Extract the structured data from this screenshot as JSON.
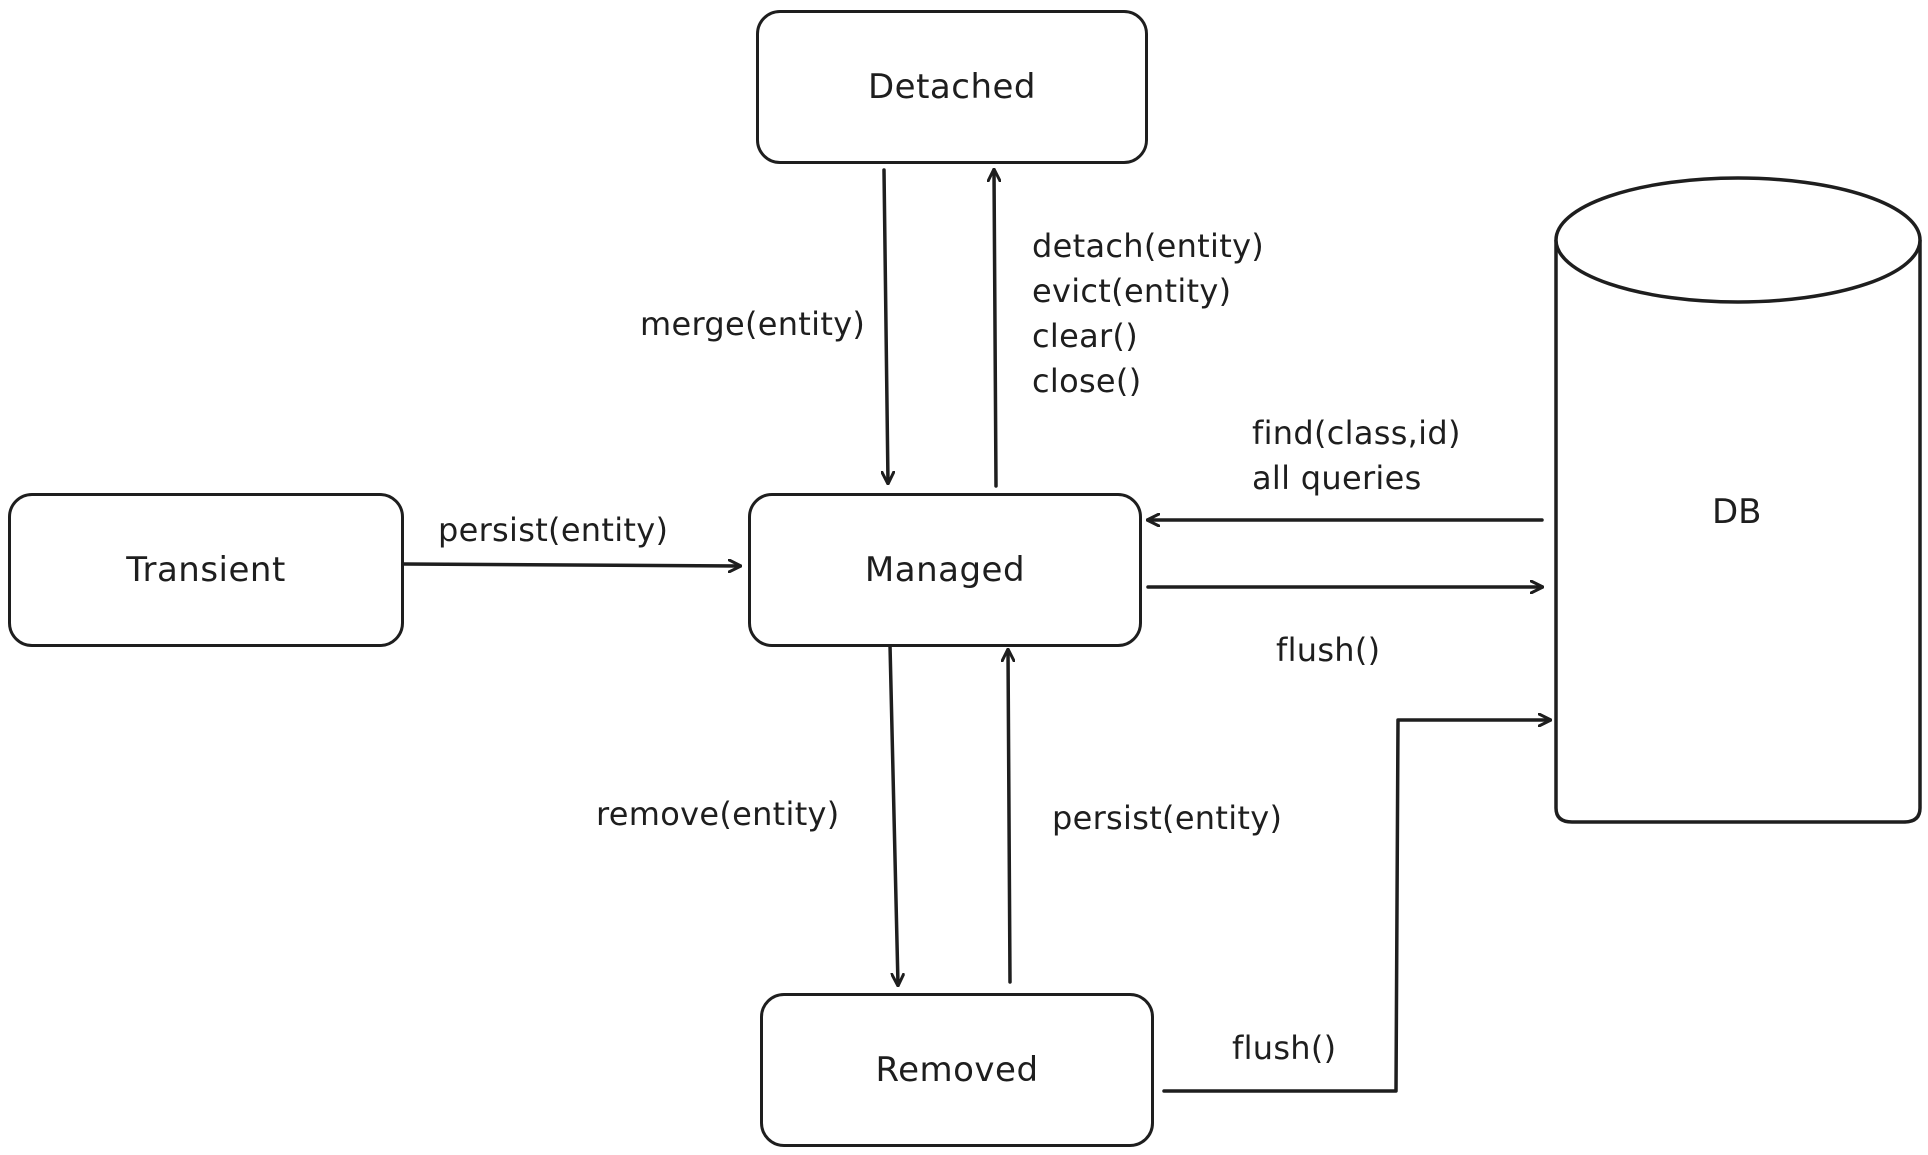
{
  "nodes": {
    "detached": "Detached",
    "transient": "Transient",
    "managed": "Managed",
    "removed": "Removed",
    "db": "DB"
  },
  "edges": {
    "merge": "merge(entity)",
    "detach_lines": [
      "detach(entity)",
      "evict(entity)",
      "clear()",
      "close()"
    ],
    "persist_transient": "persist(entity)",
    "find_lines": [
      "find(class,id)",
      "all queries"
    ],
    "flush_managed": "flush()",
    "remove": "remove(entity)",
    "persist_removed": "persist(entity)",
    "flush_removed": "flush()"
  },
  "colors": {
    "stroke": "#1e1e1e",
    "background": "#ffffff"
  }
}
